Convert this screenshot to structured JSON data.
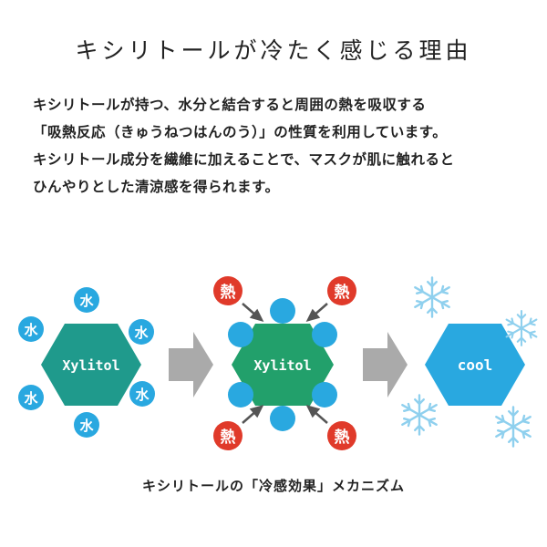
{
  "title": "キシリトールが冷たく感じる理由",
  "description": [
    "キシリトールが持つ、水分と結合すると周囲の熱を吸収する",
    "「吸熱反応（きゅうねつはんのう）」の性質を利用しています。",
    "キシリトール成分を繊維に加えることで、マスクが肌に触れると",
    "ひんやりとした清涼感を得られます。"
  ],
  "diagram": {
    "stage1": {
      "label": "Xylitol",
      "water": "水"
    },
    "stage2": {
      "label": "Xylitol",
      "heat": "熱"
    },
    "stage3": {
      "label": "cool"
    }
  },
  "caption": "キシリトールの「冷感効果」メカニズム",
  "colors": {
    "teal": "#1f9a8c",
    "green": "#22a06b",
    "blue": "#29a8e0",
    "red": "#e03a2a",
    "gray_arrow": "#aaaaaa",
    "snow": "#8fd0ee"
  }
}
